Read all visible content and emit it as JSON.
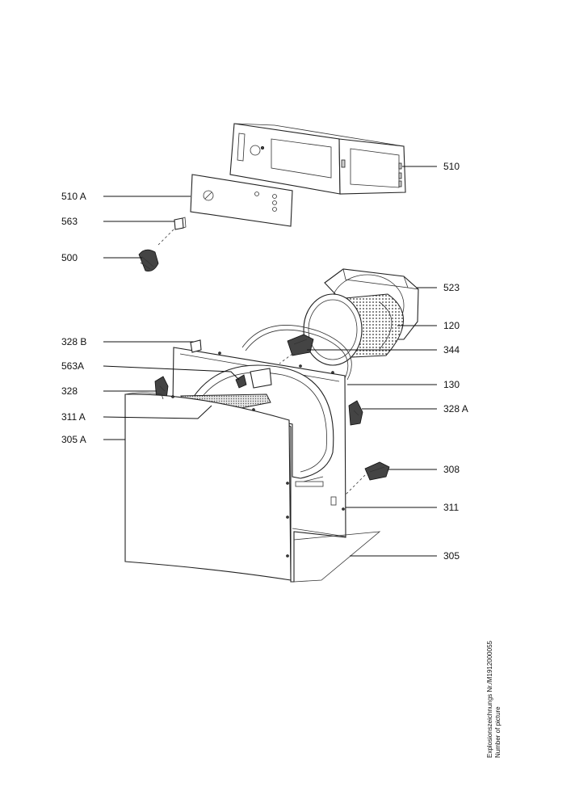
{
  "labels": {
    "p510": "510",
    "p510A": "510 A",
    "p563": "563",
    "p500": "500",
    "p523": "523",
    "p120": "120",
    "p328B": "328 B",
    "p344": "344",
    "p563A": "563A",
    "p130": "130",
    "p328": "328",
    "p328A": "328 A",
    "p311A": "311 A",
    "p305A": "305 A",
    "p308": "308",
    "p311": "311",
    "p305": "305"
  },
  "footer": {
    "drawing_number": "Explosionszeichnungs Nr./M1912000055",
    "picture_caption": "Number of picture"
  }
}
